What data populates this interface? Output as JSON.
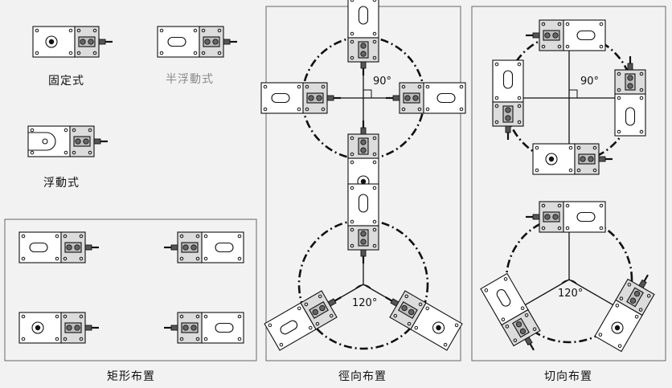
{
  "mount_types": {
    "fixed": "固定式",
    "semi_floating": "半浮動式",
    "floating": "浮動式"
  },
  "layouts": {
    "rectangular": "矩形布置",
    "radial": "徑向布置",
    "tangential": "切向布置"
  },
  "angles": {
    "radial_four": "90°",
    "radial_three": "120°",
    "tangential_four": "90°",
    "tangential_three": "120°"
  },
  "colors": {
    "background": "#f2f2f2",
    "plate": "#ffffff",
    "plate_grey": "#dcdcdc",
    "line": "#111111",
    "muted_text": "#8a8a8a"
  }
}
